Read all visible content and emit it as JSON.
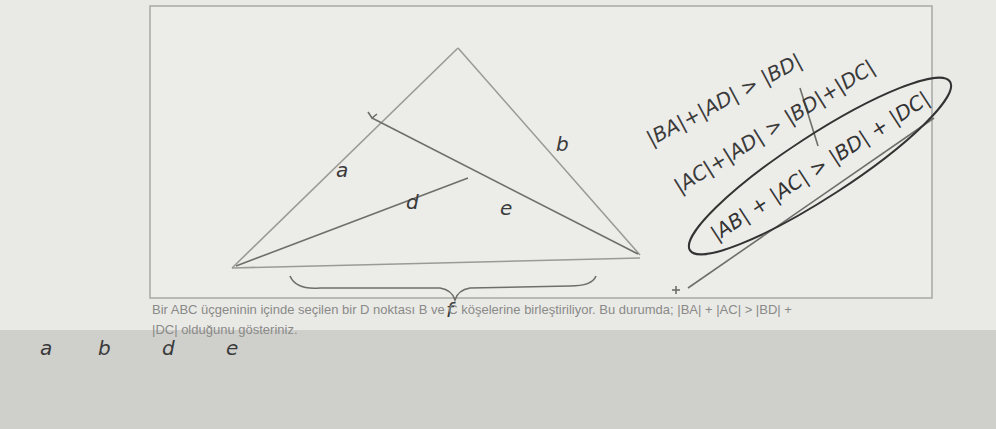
{
  "diagram": {
    "nodes": [
      {
        "text": [
          "|AB| + |AC| > |BD| + |DC|"
        ]
      }
    ],
    "labels": [
      "a",
      "b",
      "d",
      "e",
      "f",
      "|BA|+|AD| > |BD|",
      "|AC|+|AD| > |BD|+|DC|",
      "Bir ABC üçgeninin içinde seçilen bir D noktası B ve C köşelerine birleştiriliyor. Bu durumda; |BA| + |AC| > |BD| + |DC| olduğunu gösteriniz.",
      "a",
      "b",
      "d",
      "e"
    ]
  }
}
